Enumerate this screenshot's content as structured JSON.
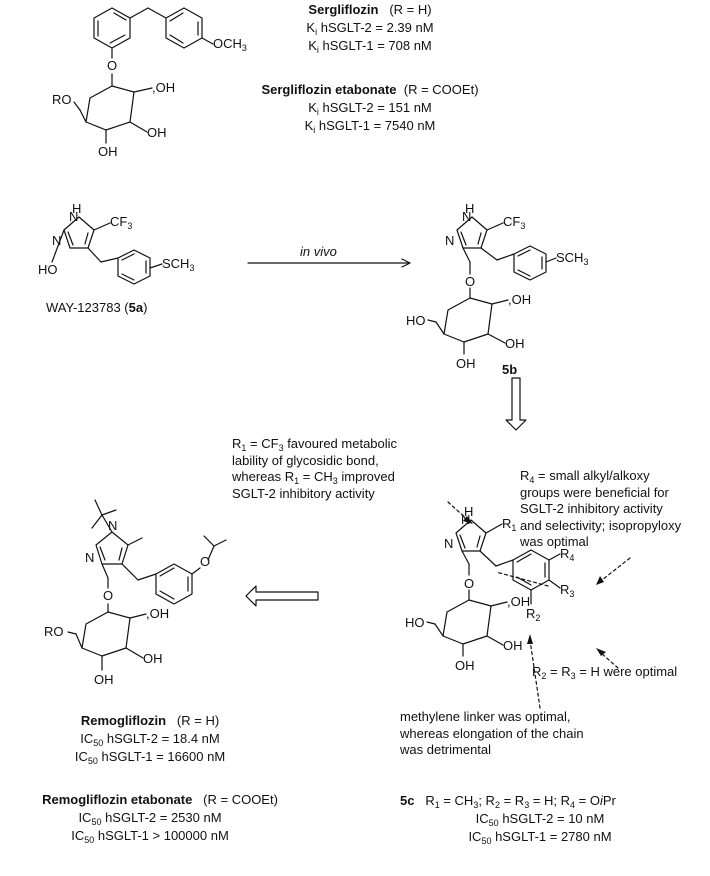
{
  "sergliflozin": {
    "name": "Sergliflozin",
    "r_def": "(R = H)",
    "ki2": "hSGLT-2 = 2.39 nM",
    "ki1": "hSGLT-1 = 708 nM"
  },
  "sergliflozin_etab": {
    "name": "Sergliflozin etabonate",
    "r_def": "(R = COOEt)",
    "ki2": "hSGLT-2 = 151 nM",
    "ki1": "hSGLT-1 = 7540 nM"
  },
  "way": {
    "name": "WAY-123783 (",
    "code": "5a",
    "close": ")"
  },
  "arrow_label": "in vivo",
  "label_5b": "5b",
  "note_r1": {
    "line1": "R",
    "line1b": " = CF",
    "line1c": " favoured metabolic",
    "line2": "lability of glycosidic bond,",
    "line3a": "whereas R",
    "line3b": " = CH",
    "line3c": " improved",
    "line4": "SGLT-2 inhibitory activity"
  },
  "note_r4": {
    "line1": "R",
    "line1b": " = small alkyl/alkoxy",
    "line2": "groups were beneficial for",
    "line3": "SGLT-2 inhibitory activity",
    "line4": "and selectivity; isopropyloxy",
    "line5": "was optimal"
  },
  "note_r23": {
    "a": "R",
    "b": " = R",
    "c": " = H were optimal"
  },
  "note_linker": {
    "line1": "methylene linker was optimal,",
    "line2": "whereas elongation of the chain",
    "line3": "was detrimental"
  },
  "c5": {
    "code": "5c",
    "subst_a": "R",
    "subst_b": " = CH",
    "subst_c": "; R",
    "subst_d": " = R",
    "subst_e": " = H; R",
    "subst_f": " = O",
    "subst_g": "i",
    "subst_h": "Pr",
    "ic2": "hSGLT-2 = 10 nM",
    "ic1": "hSGLT-1 = 2780 nM"
  },
  "remogliflozin": {
    "name": "Remogliflozin",
    "r_def": "(R = H)",
    "ic2": "hSGLT-2 = 18.4 nM",
    "ic1": "hSGLT-1 = 16600 nM"
  },
  "remogliflozin_etab": {
    "name": "Remogliflozin etabonate",
    "r_def": "(R = COOEt)",
    "ic2": "hSGLT-2 = 2530 nM",
    "ic1": "hSGLT-1 > 100000 nM"
  },
  "sym": {
    "K": "K",
    "i": "i",
    "IC": "IC",
    "n50": "50",
    "n1": "1",
    "n2": "2",
    "n3": "3",
    "n4": "4"
  }
}
